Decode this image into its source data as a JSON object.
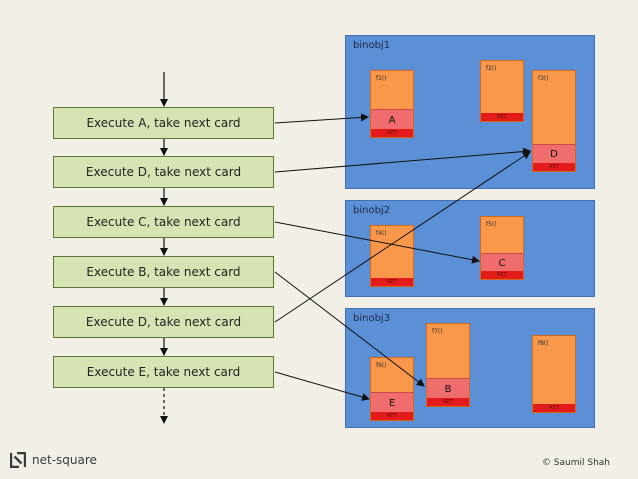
{
  "cards": [
    "Execute A, take next card",
    "Execute D, take next card",
    "Execute C, take next card",
    "Execute B, take next card",
    "Execute D, take next card",
    "Execute E, take next card"
  ],
  "panels": [
    {
      "title": "binobj1"
    },
    {
      "title": "binobj2"
    },
    {
      "title": "binobj3"
    }
  ],
  "functions": {
    "f1": {
      "name": "f1()",
      "slot": "A",
      "ret": "RET"
    },
    "f2": {
      "name": "f2()",
      "ret": "RET"
    },
    "f3": {
      "name": "f3()",
      "slot": "D",
      "ret": "RET"
    },
    "f4": {
      "name": "f4()",
      "ret": "RET"
    },
    "f5": {
      "name": "f5()",
      "slot": "C",
      "ret": "RET"
    },
    "f6": {
      "name": "f6()",
      "slot": "E",
      "ret": "RET"
    },
    "f7": {
      "name": "f7()",
      "slot": "B",
      "ret": "RET"
    },
    "f8": {
      "name": "f8()",
      "ret": "RET"
    }
  },
  "footer": {
    "brand": "net-square",
    "copyright": "© Saumil Shah"
  },
  "colors": {
    "background": "#f2f0e6",
    "card": "#d6e4b4",
    "panel": "#5b8fd6",
    "function": "#f9984a",
    "slot": "#ef6d6d",
    "ret": "#e31b1b"
  }
}
